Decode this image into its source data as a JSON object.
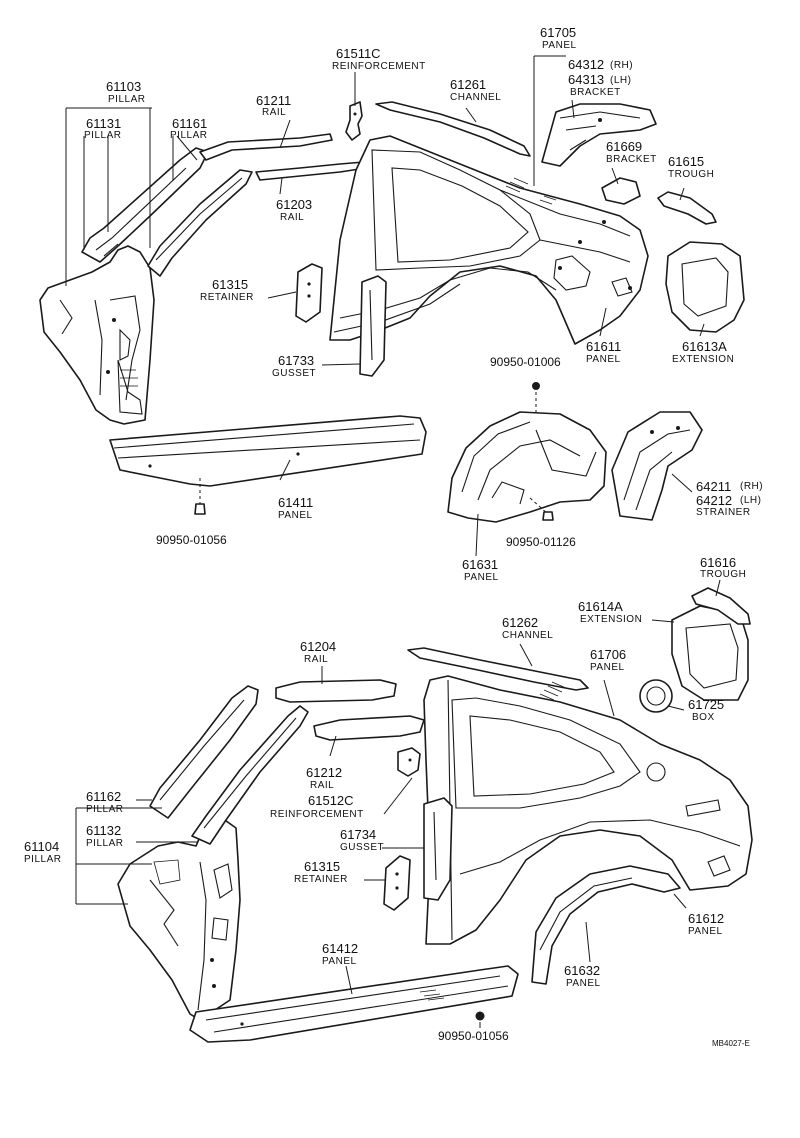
{
  "upper_group": {
    "p61103": {
      "num": "61103",
      "name": "PILLAR"
    },
    "p61131": {
      "num": "61131",
      "name": "PILLAR"
    },
    "p61161": {
      "num": "61161",
      "name": "PILLAR"
    },
    "p61211": {
      "num": "61211",
      "name": "RAIL"
    },
    "p61511C": {
      "num": "61511C",
      "name": "REINFORCEMENT"
    },
    "p61261": {
      "num": "61261",
      "name": "CHANNEL"
    },
    "p61705": {
      "num": "61705",
      "name": "PANEL"
    },
    "p64312": {
      "num": "64312",
      "side": "(RH)"
    },
    "p64313": {
      "num": "64313",
      "side": "(LH)",
      "name": "BRACKET"
    },
    "p61669": {
      "num": "61669",
      "name": "BRACKET"
    },
    "p61615": {
      "num": "61615",
      "name": "TROUGH"
    },
    "p61203": {
      "num": "61203",
      "name": "RAIL"
    },
    "p61315": {
      "num": "61315",
      "name": "RETAINER"
    },
    "p61733": {
      "num": "61733",
      "name": "GUSSET"
    },
    "p61611": {
      "num": "61611",
      "name": "PANEL"
    },
    "p61613A": {
      "num": "61613A",
      "name": "EXTENSION"
    },
    "b90950_01006": {
      "num": "90950-01006"
    },
    "p61411": {
      "num": "61411",
      "name": "PANEL"
    },
    "b90950_01056a": {
      "num": "90950-01056"
    },
    "p64211": {
      "num": "64211",
      "side": "(RH)"
    },
    "p64212": {
      "num": "64212",
      "side": "(LH)",
      "name": "STRAINER"
    },
    "b90950_01126": {
      "num": "90950-01126"
    },
    "p61631": {
      "num": "61631",
      "name": "PANEL"
    }
  },
  "lower_group": {
    "p61616": {
      "num": "61616",
      "name": "TROUGH"
    },
    "p61614A": {
      "num": "61614A",
      "name": "EXTENSION"
    },
    "p61262": {
      "num": "61262",
      "name": "CHANNEL"
    },
    "p61204": {
      "num": "61204",
      "name": "RAIL"
    },
    "p61706": {
      "num": "61706",
      "name": "PANEL"
    },
    "p61725": {
      "num": "61725",
      "name": "BOX"
    },
    "p61212": {
      "num": "61212",
      "name": "RAIL"
    },
    "p61512C": {
      "num": "61512C",
      "name": "REINFORCEMENT"
    },
    "p61162": {
      "num": "61162",
      "name": "PILLAR"
    },
    "p61132": {
      "num": "61132",
      "name": "PILLAR"
    },
    "p61104": {
      "num": "61104",
      "name": "PILLAR"
    },
    "p61734": {
      "num": "61734",
      "name": "GUSSET"
    },
    "p61315": {
      "num": "61315",
      "name": "RETAINER"
    },
    "p61612": {
      "num": "61612",
      "name": "PANEL"
    },
    "p61412": {
      "num": "61412",
      "name": "PANEL"
    },
    "p61632": {
      "num": "61632",
      "name": "PANEL"
    },
    "b90950_01056b": {
      "num": "90950-01056"
    }
  },
  "drawing_code": "MB4027-E"
}
